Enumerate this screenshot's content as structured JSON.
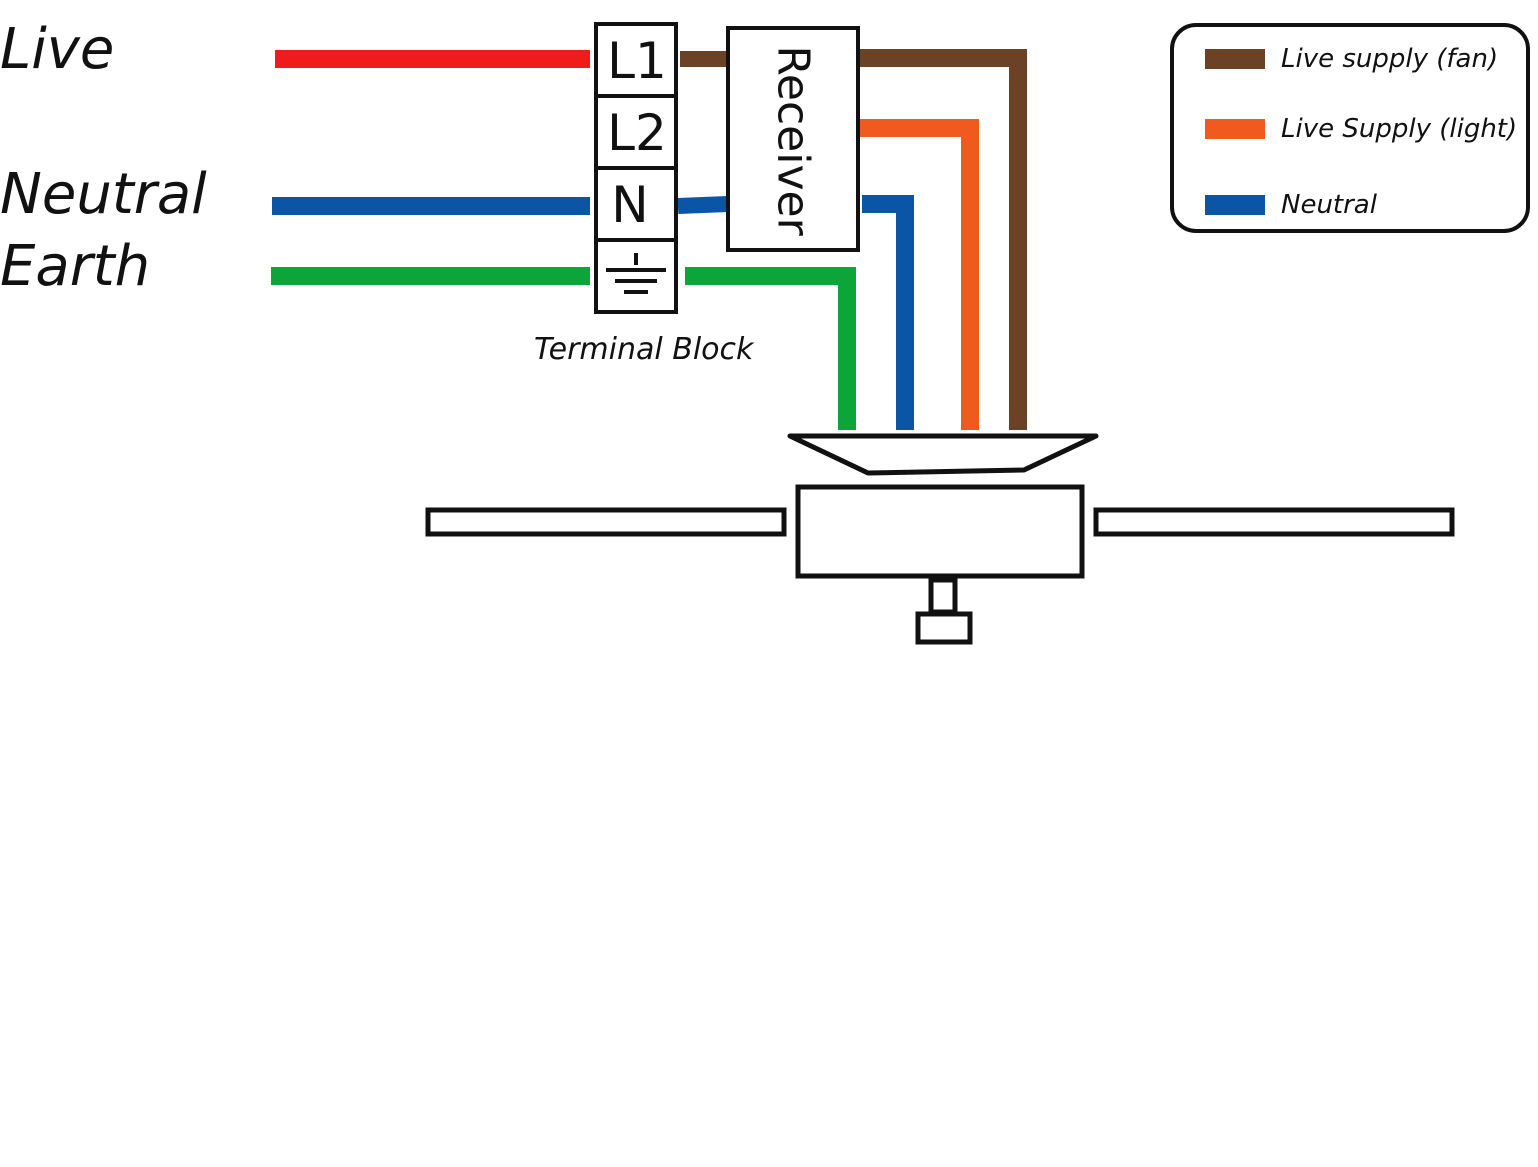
{
  "supply_labels": {
    "live": "Live",
    "neutral": "Neutral",
    "earth": "Earth"
  },
  "terminal_block": {
    "caption": "Terminal Block",
    "terminals": [
      "L1",
      "L2",
      "N"
    ]
  },
  "receiver": {
    "label": "Receiver"
  },
  "legend": {
    "items": [
      {
        "label": "Live supply (fan)",
        "color": "#6b4226"
      },
      {
        "label": "Live Supply (light)",
        "color": "#f05a1e"
      },
      {
        "label": "Neutral",
        "color": "#0a55a5"
      }
    ]
  },
  "colors": {
    "live": "#f01c1c",
    "neutral": "#0a55a5",
    "earth": "#0ca53a",
    "fan_live": "#6b4226",
    "light_live": "#f05a1e",
    "outline": "#111111"
  }
}
